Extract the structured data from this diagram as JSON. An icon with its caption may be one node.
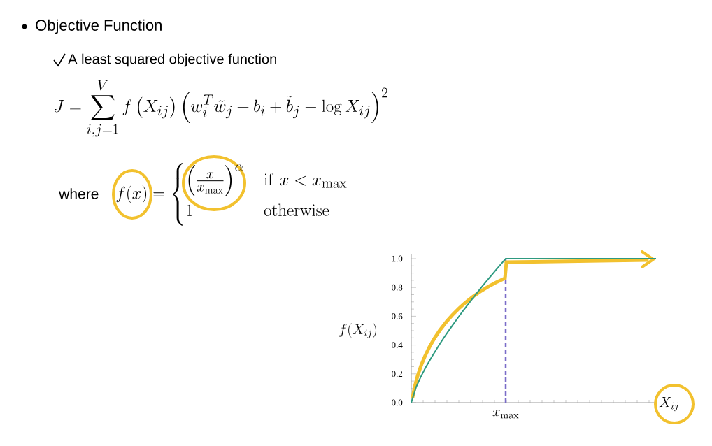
{
  "diagram": {
    "labels": [
      "Objective Function",
      "A least squared objective function",
      "J = \\sum_{i,j=1}^{V} f\\left(X_{ij}\\right)\\Bigl(w_i^T\\tilde{w}_j + b_i + \\tilde{b}_j - \\log X_{ij}\\Bigr)^2",
      "where",
      "f(x) = \\begin{cases}\\left(\\frac{x}{x_{\\max}}\\right)^{\\alpha} & \\mathrm{if}\\ x < x_{\\max} \\\\ 1 & \\mathrm{otherwise}\\end{cases}",
      "1.0",
      "0.8",
      "0.6",
      "f(X_{ij})",
      "0.4",
      "0.2",
      "0.0",
      "X_{ij}",
      "x_{\\max}"
    ]
  }
}
